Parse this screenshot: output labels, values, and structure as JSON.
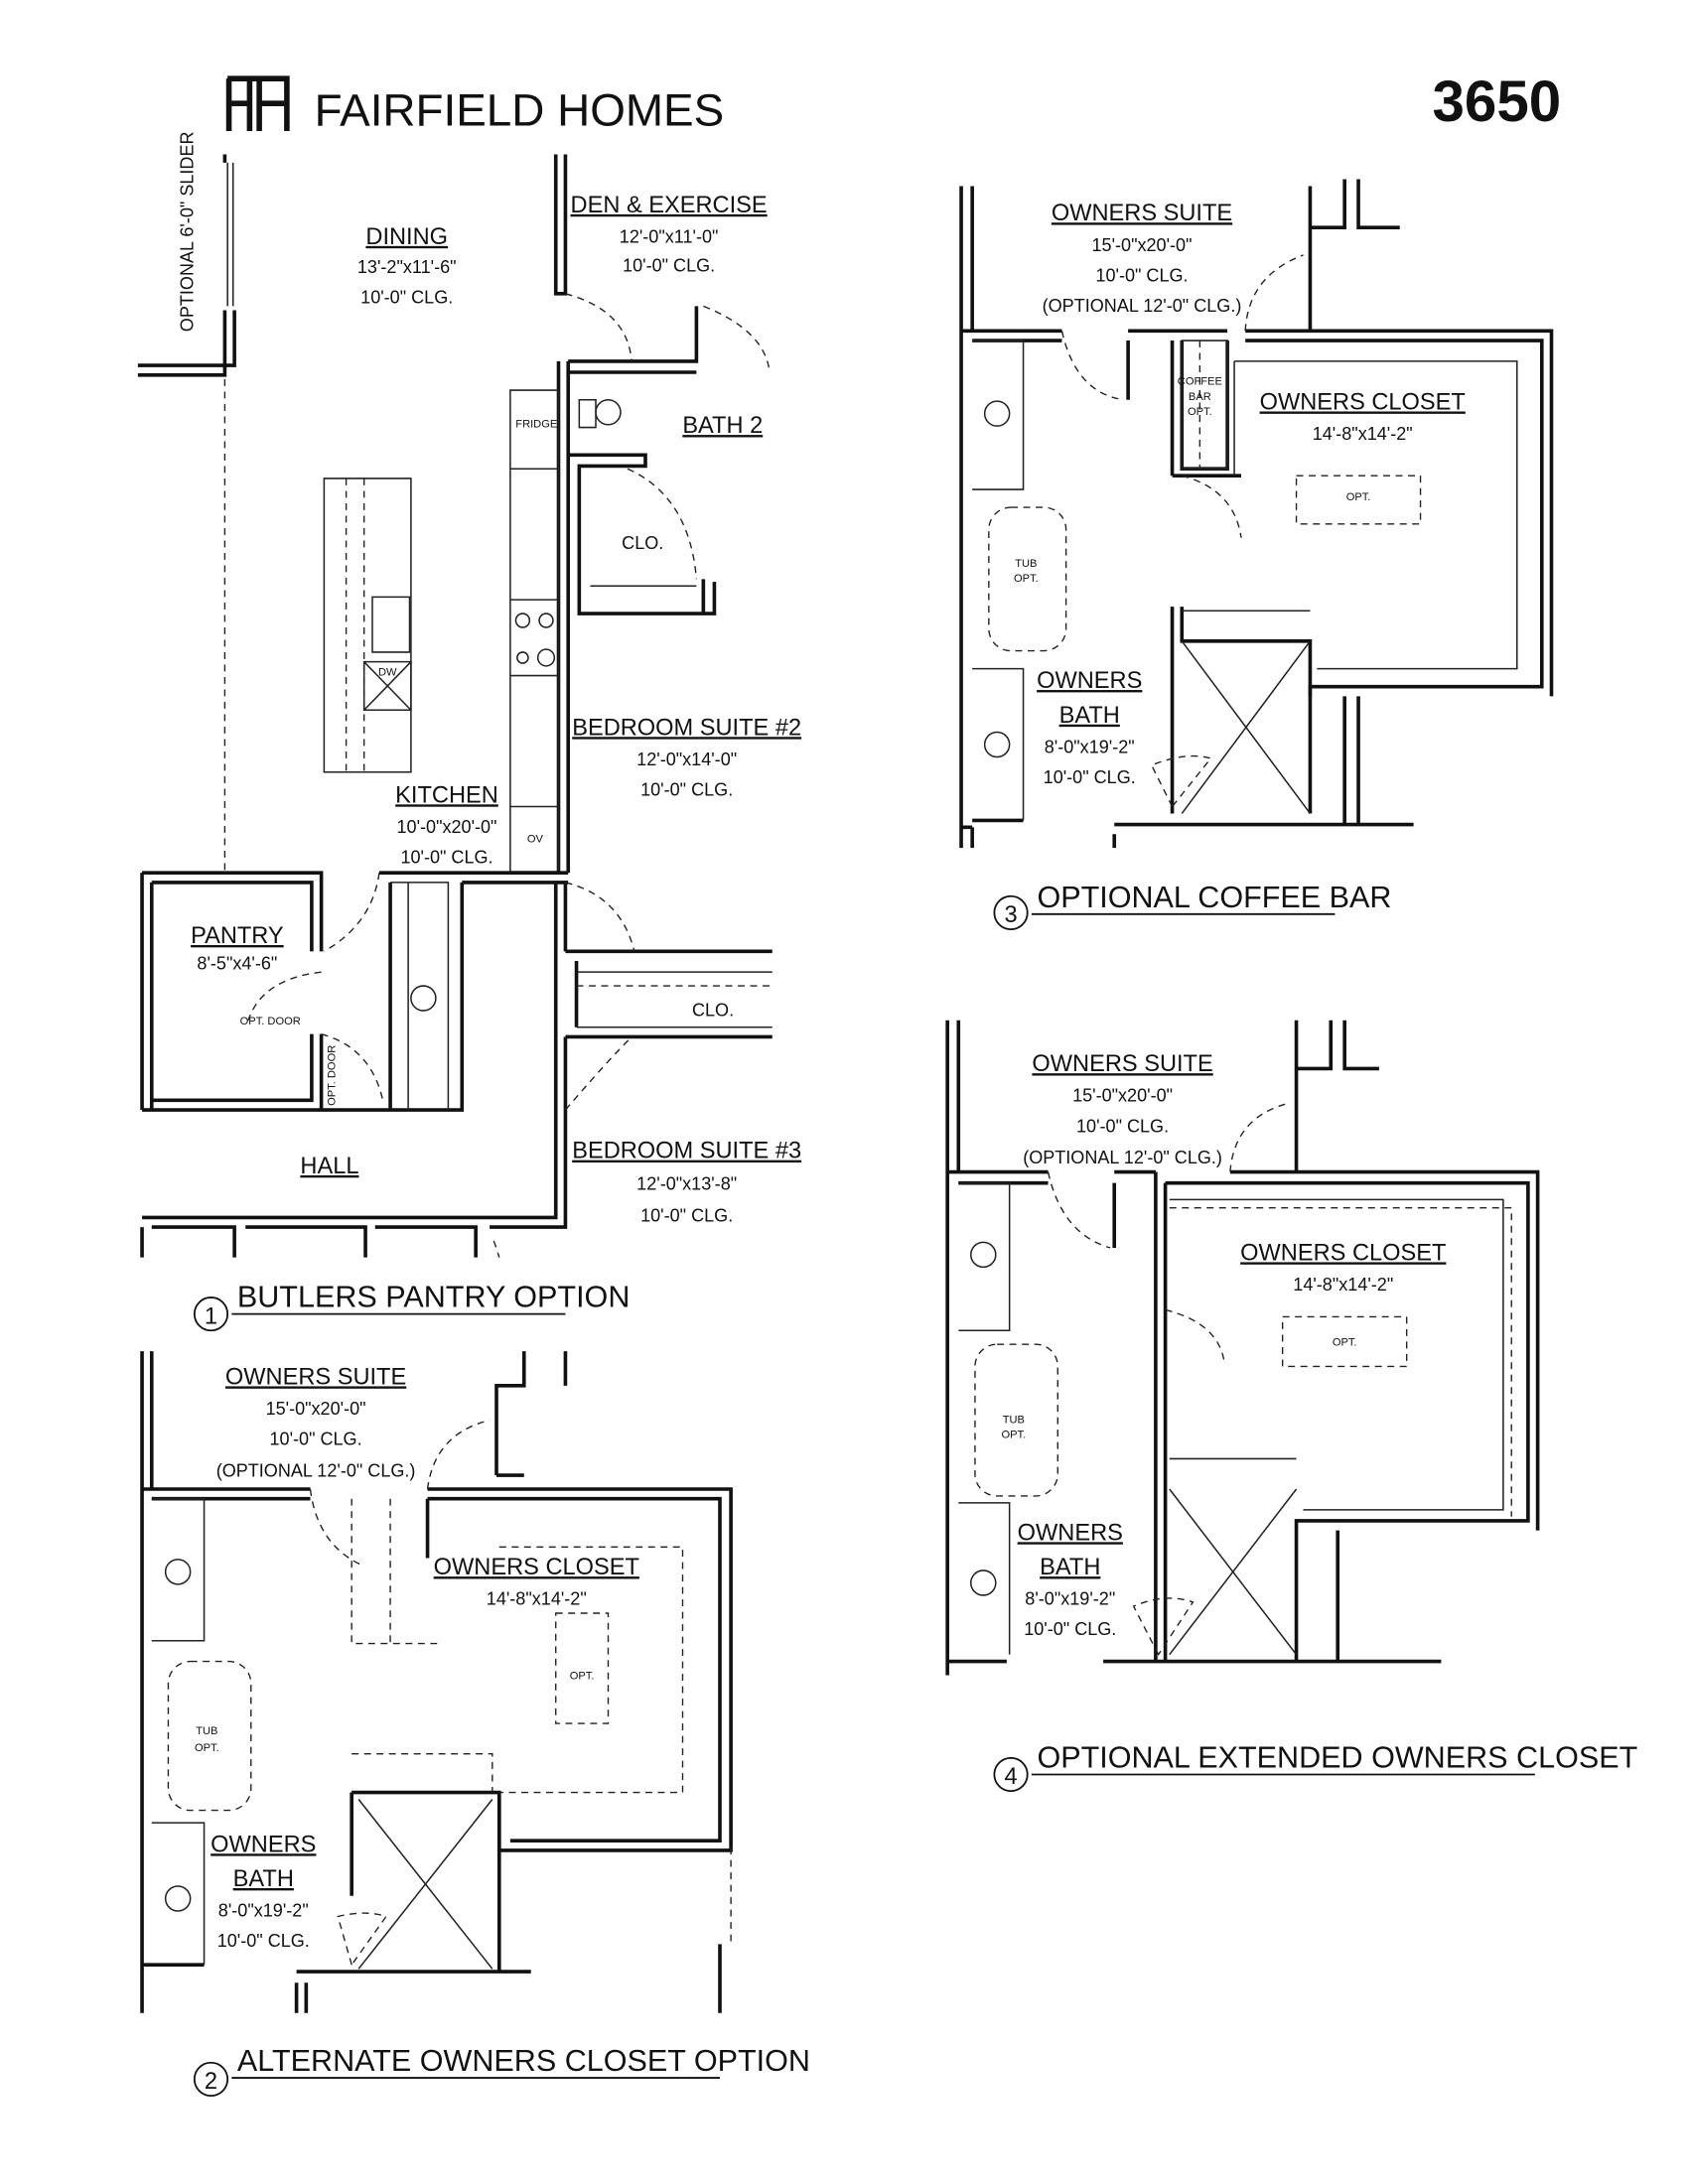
{
  "header": {
    "brand_logo": "FH",
    "brand_name": "FAIRFIELD HOMES",
    "plan_number": "3650"
  },
  "option1": {
    "number": "1",
    "caption": "BUTLERS PANTRY OPTION",
    "slider_note": "OPTIONAL 6'-0\" SLIDER",
    "dining": {
      "name": "DINING",
      "size": "13'-2\"x11'-6\"",
      "ceiling": "10'-0\" CLG."
    },
    "den": {
      "name": "DEN & EXERCISE",
      "size": "12'-0\"x11'-0\"",
      "ceiling": "10'-0\" CLG."
    },
    "fridge": "FRIDGE",
    "bath2": "BATH 2",
    "closet1": "CLO.",
    "dw": "DW",
    "bedroom2": {
      "name": "BEDROOM SUITE #2",
      "size": "12'-0\"x14'-0\"",
      "ceiling": "10'-0\" CLG."
    },
    "kitchen": {
      "name": "KITCHEN",
      "size": "10'-0\"x20'-0\"",
      "ceiling": "10'-0\" CLG."
    },
    "oven": "OV",
    "pantry": {
      "name": "PANTRY",
      "size": "8'-5\"x4'-6\""
    },
    "opt_door": "OPT. DOOR",
    "opt_door2": "OPT. DOOR",
    "closet2": "CLO.",
    "hall": "HALL",
    "bedroom3": {
      "name": "BEDROOM SUITE #3",
      "size": "12'-0\"x13'-8\"",
      "ceiling": "10'-0\" CLG."
    }
  },
  "option2": {
    "number": "2",
    "caption": "ALTERNATE OWNERS CLOSET OPTION",
    "suite": {
      "name": "OWNERS SUITE",
      "size": "15'-0\"x20'-0\"",
      "ceiling": "10'-0\" CLG.",
      "optional": "(OPTIONAL 12'-0\" CLG.)"
    },
    "closet": {
      "name": "OWNERS CLOSET",
      "size": "14'-8\"x14'-2\"",
      "opt": "OPT."
    },
    "tub": [
      "TUB",
      "OPT."
    ],
    "bath": {
      "name1": "OWNERS",
      "name2": "BATH",
      "size": "8'-0\"x19'-2\"",
      "ceiling": "10'-0\" CLG."
    }
  },
  "option3": {
    "number": "3",
    "caption": "OPTIONAL COFFEE BAR",
    "suite": {
      "name": "OWNERS SUITE",
      "size": "15'-0\"x20'-0\"",
      "ceiling": "10'-0\" CLG.",
      "optional": "(OPTIONAL 12'-0\" CLG.)"
    },
    "coffee": [
      "COFFEE",
      "BAR",
      "OPT."
    ],
    "closet": {
      "name": "OWNERS CLOSET",
      "size": "14'-8\"x14'-2\"",
      "opt": "OPT."
    },
    "tub": [
      "TUB",
      "OPT."
    ],
    "bath": {
      "name1": "OWNERS",
      "name2": "BATH",
      "size": "8'-0\"x19'-2\"",
      "ceiling": "10'-0\" CLG."
    }
  },
  "option4": {
    "number": "4",
    "caption": "OPTIONAL EXTENDED OWNERS CLOSET",
    "suite": {
      "name": "OWNERS SUITE",
      "size": "15'-0\"x20'-0\"",
      "ceiling": "10'-0\" CLG.",
      "optional": "(OPTIONAL 12'-0\" CLG.)"
    },
    "closet": {
      "name": "OWNERS CLOSET",
      "size": "14'-8\"x14'-2\"",
      "opt": "OPT."
    },
    "tub": [
      "TUB",
      "OPT."
    ],
    "bath": {
      "name1": "OWNERS",
      "name2": "BATH",
      "size": "8'-0\"x19'-2\"",
      "ceiling": "10'-0\" CLG."
    }
  }
}
